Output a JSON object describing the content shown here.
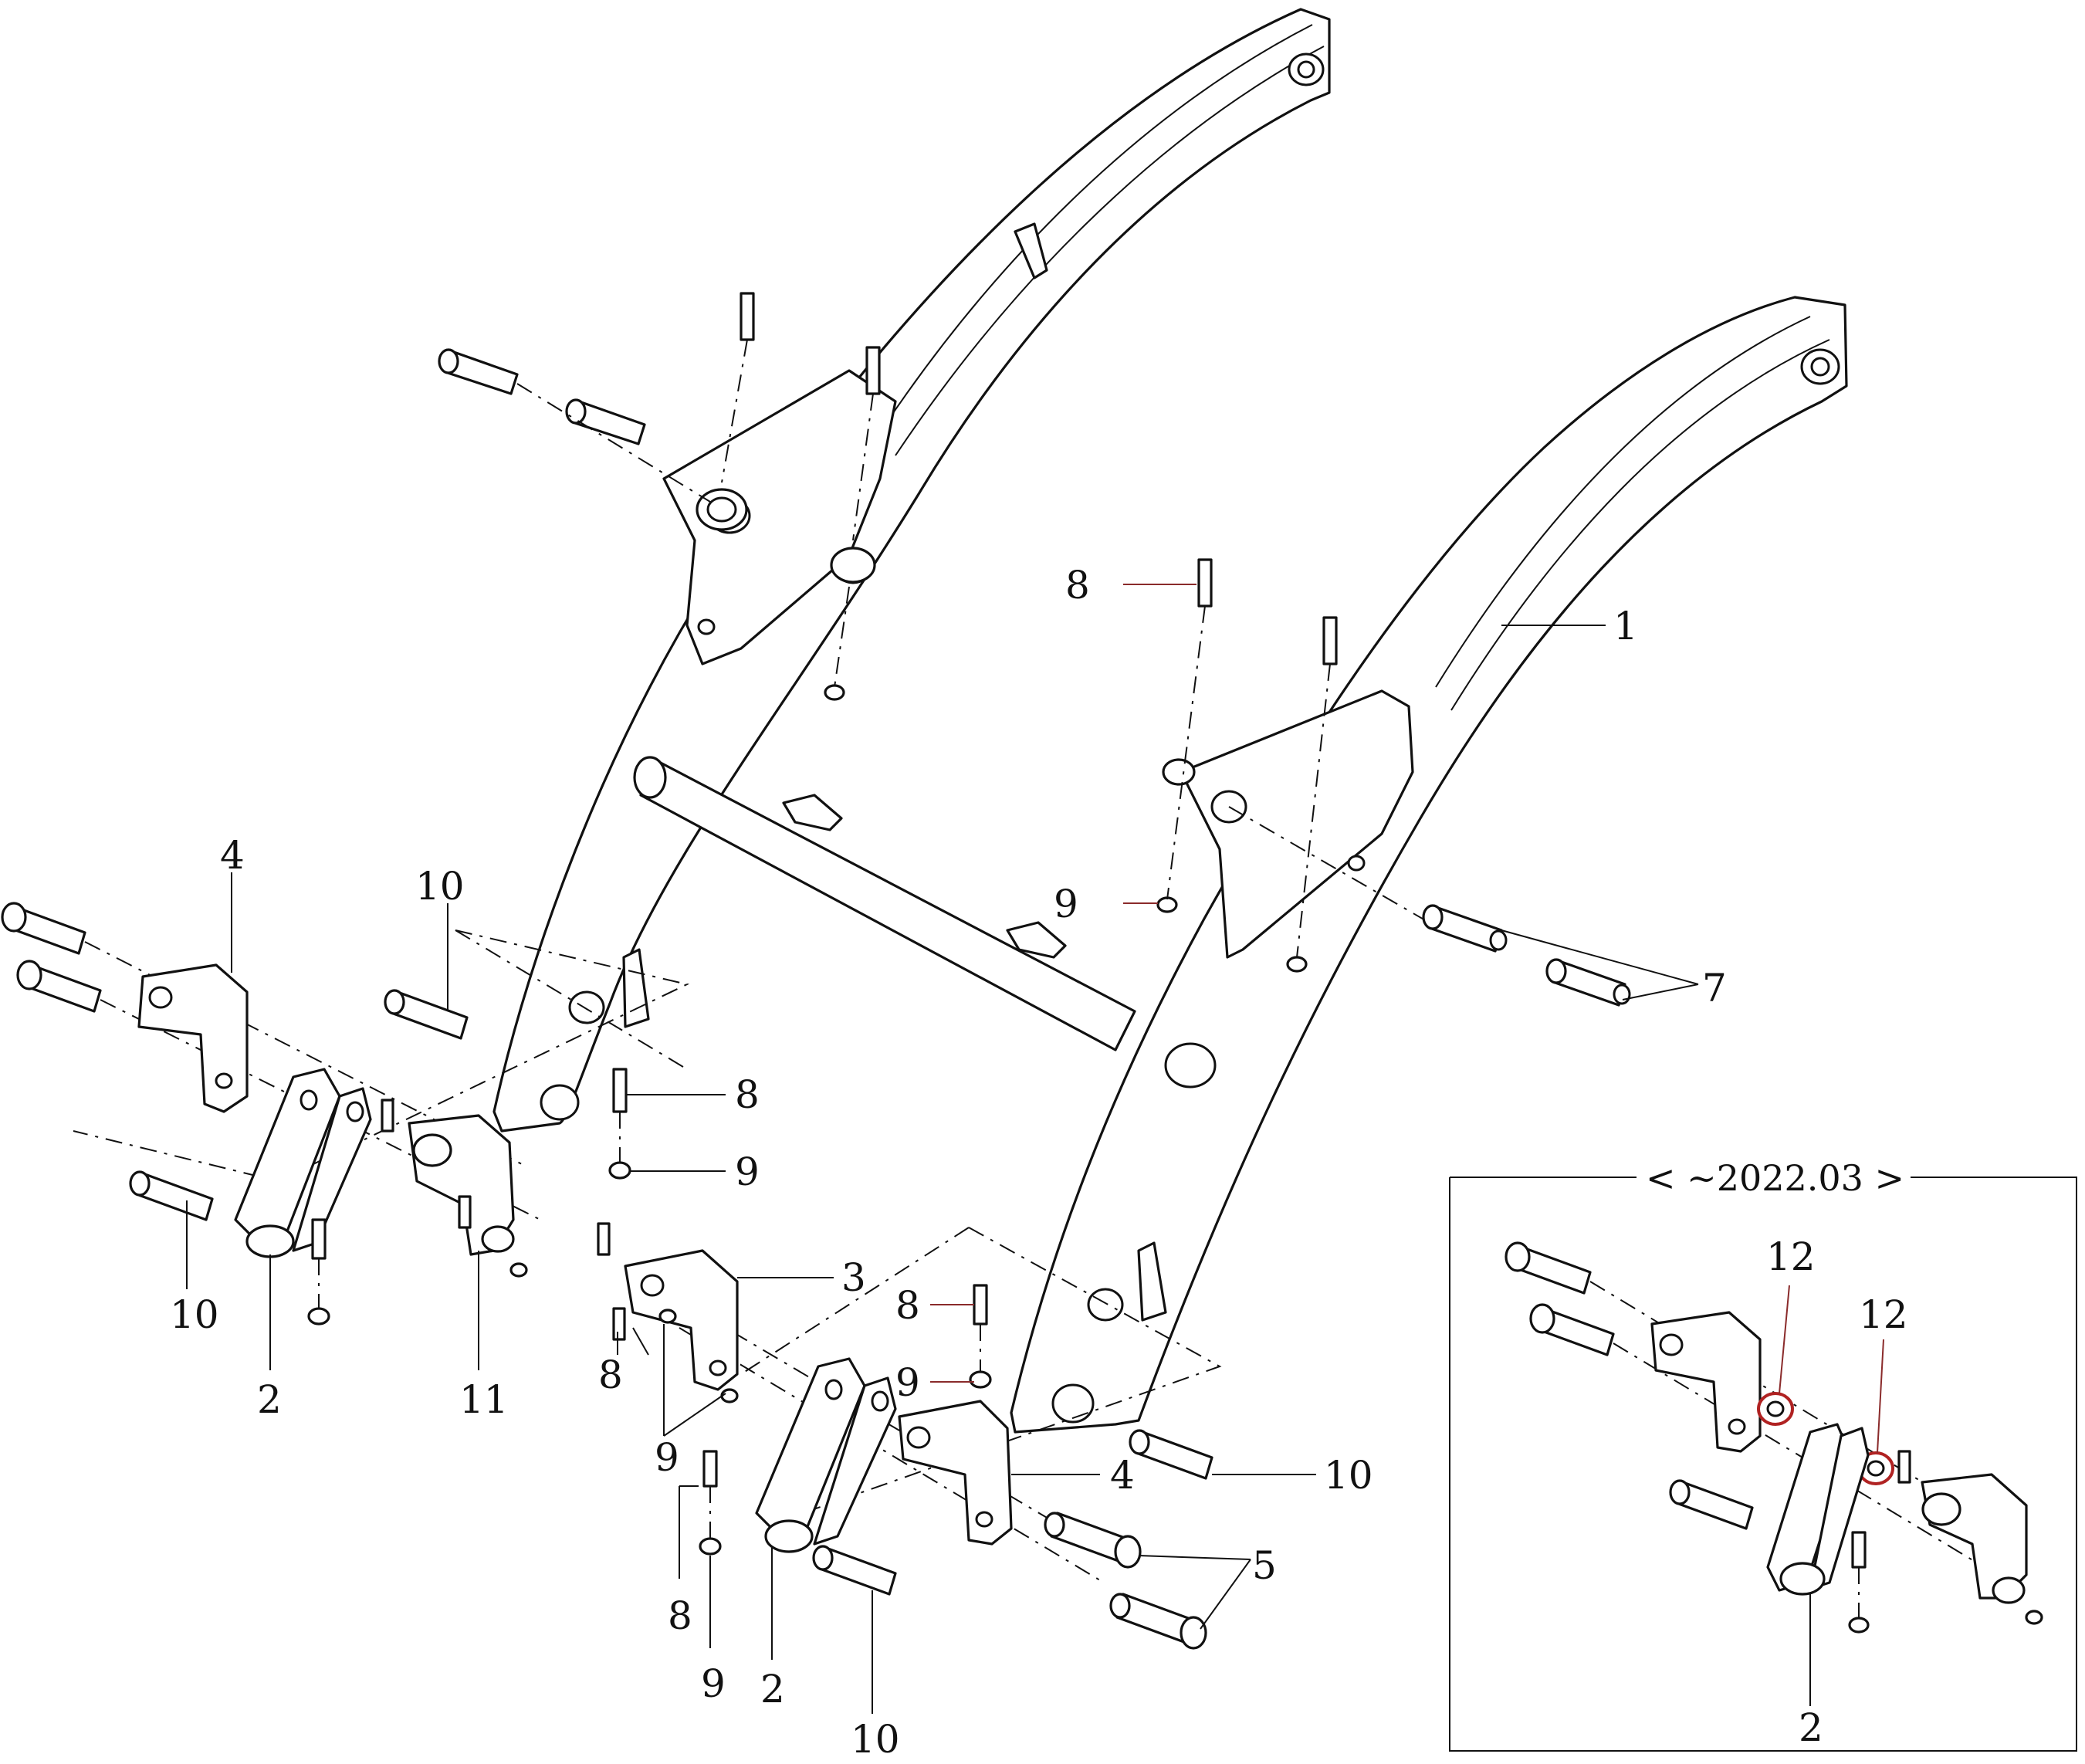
{
  "diagram": {
    "callouts": [
      {
        "id": "c1",
        "text": "1"
      },
      {
        "id": "c2a",
        "text": "2"
      },
      {
        "id": "c2b",
        "text": "2"
      },
      {
        "id": "c2c",
        "text": "2"
      },
      {
        "id": "c3",
        "text": "3"
      },
      {
        "id": "c4a",
        "text": "4"
      },
      {
        "id": "c4b",
        "text": "4"
      },
      {
        "id": "c5",
        "text": "5"
      },
      {
        "id": "c7",
        "text": "7"
      },
      {
        "id": "c8a",
        "text": "8"
      },
      {
        "id": "c8b",
        "text": "8"
      },
      {
        "id": "c8c",
        "text": "8"
      },
      {
        "id": "c8d",
        "text": "8"
      },
      {
        "id": "c8e",
        "text": "8"
      },
      {
        "id": "c9a",
        "text": "9"
      },
      {
        "id": "c9b",
        "text": "9"
      },
      {
        "id": "c9c",
        "text": "9"
      },
      {
        "id": "c9d",
        "text": "9"
      },
      {
        "id": "c9e",
        "text": "9"
      },
      {
        "id": "c10a",
        "text": "10"
      },
      {
        "id": "c10b",
        "text": "10"
      },
      {
        "id": "c10c",
        "text": "10"
      },
      {
        "id": "c10d",
        "text": "10"
      },
      {
        "id": "c11",
        "text": "11"
      },
      {
        "id": "c12a",
        "text": "12"
      },
      {
        "id": "c12b",
        "text": "12"
      }
    ],
    "inset": {
      "title": "< ~2022.03 >"
    },
    "colors": {
      "line": "#111111",
      "highlight": "#b02222",
      "background": "#ffffff"
    }
  }
}
